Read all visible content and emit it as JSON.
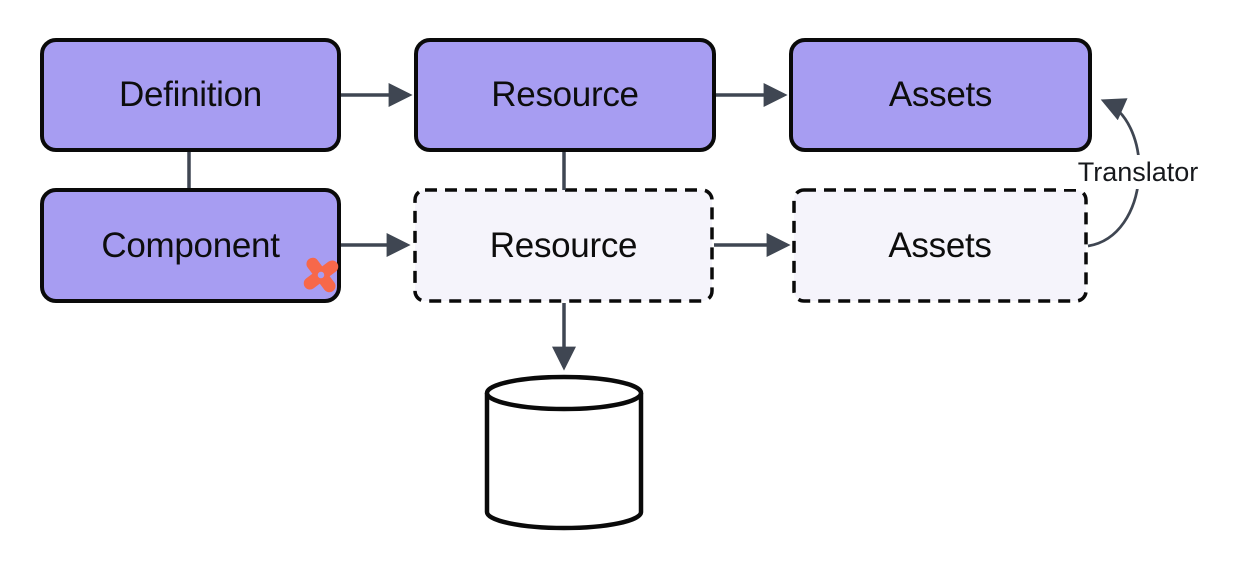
{
  "diagram": {
    "title_hint": "asset-pipeline-flow-diagram",
    "nodes": [
      {
        "id": "definition",
        "label": "Definition",
        "variant": "solid"
      },
      {
        "id": "resource-top",
        "label": "Resource",
        "variant": "solid"
      },
      {
        "id": "assets-top",
        "label": "Assets",
        "variant": "solid"
      },
      {
        "id": "component",
        "label": "Component",
        "variant": "solid",
        "icon": "dioxus-logo-icon"
      },
      {
        "id": "resource-generated",
        "label": "Resource",
        "variant": "dashed"
      },
      {
        "id": "assets-generated",
        "label": "Assets",
        "variant": "dashed"
      }
    ],
    "edges": [
      {
        "from": "definition",
        "to": "resource-top",
        "type": "arrow"
      },
      {
        "from": "resource-top",
        "to": "assets-top",
        "type": "arrow"
      },
      {
        "from": "definition",
        "to": "component",
        "type": "line"
      },
      {
        "from": "resource-top",
        "to": "resource-generated",
        "type": "line"
      },
      {
        "from": "component",
        "to": "resource-generated",
        "type": "arrow"
      },
      {
        "from": "resource-generated",
        "to": "assets-generated",
        "type": "arrow"
      },
      {
        "from": "resource-generated",
        "to": "database",
        "type": "arrow"
      },
      {
        "from": "assets-generated",
        "to": "assets-top",
        "type": "curved-arrow",
        "label": "Translator"
      }
    ],
    "shapes": [
      {
        "id": "database",
        "kind": "cylinder"
      }
    ],
    "colors": {
      "node_fill": "#a79df2",
      "node_fill_faded": "#f5f4fb",
      "node_border": "#0a0a0a",
      "edge_stroke": "#3f4652",
      "icon_orange": "#f7684a",
      "background": "#ffffff"
    }
  }
}
